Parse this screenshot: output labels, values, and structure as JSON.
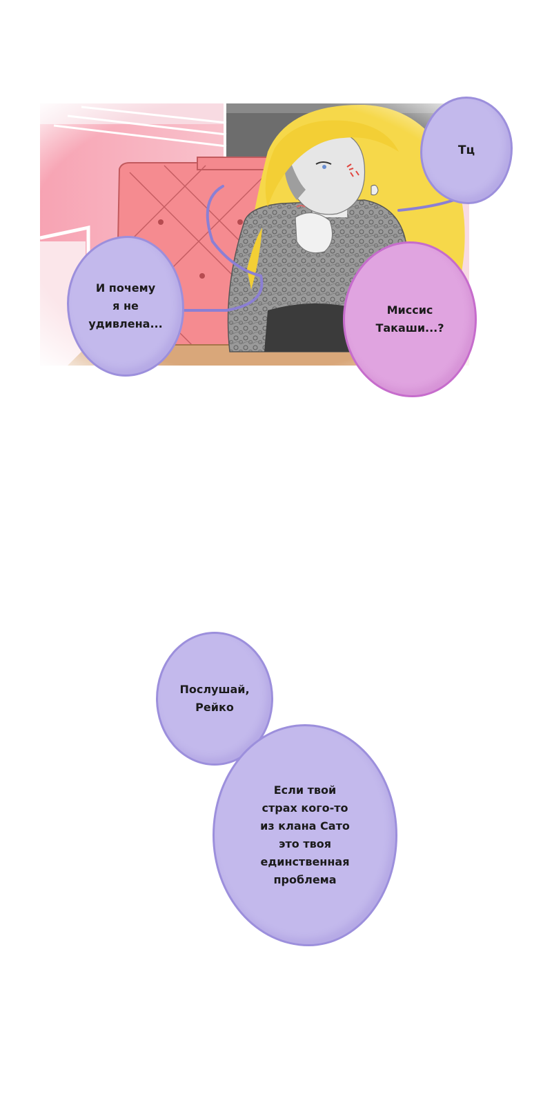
{
  "colors": {
    "bubble_purple": "#c3b9ec",
    "bubble_purple_border": "#9c8fdc",
    "bubble_pink": "#e0a4e0",
    "bubble_pink_border": "#c66ccc",
    "hair_blonde": "#f6d84a",
    "wall_pink": "#f7a7b6"
  },
  "speech_bubbles": {
    "tc": "Тц",
    "pochemu": "И почему\nя не\nудивлена...",
    "missis": "Миссис\nТакаши...?",
    "poslushai": "Послушай,\nРейко",
    "esli": "Если твой\nстрах кого-то\nиз клана Сато\nэто твоя\nединственная\nпроблема"
  }
}
